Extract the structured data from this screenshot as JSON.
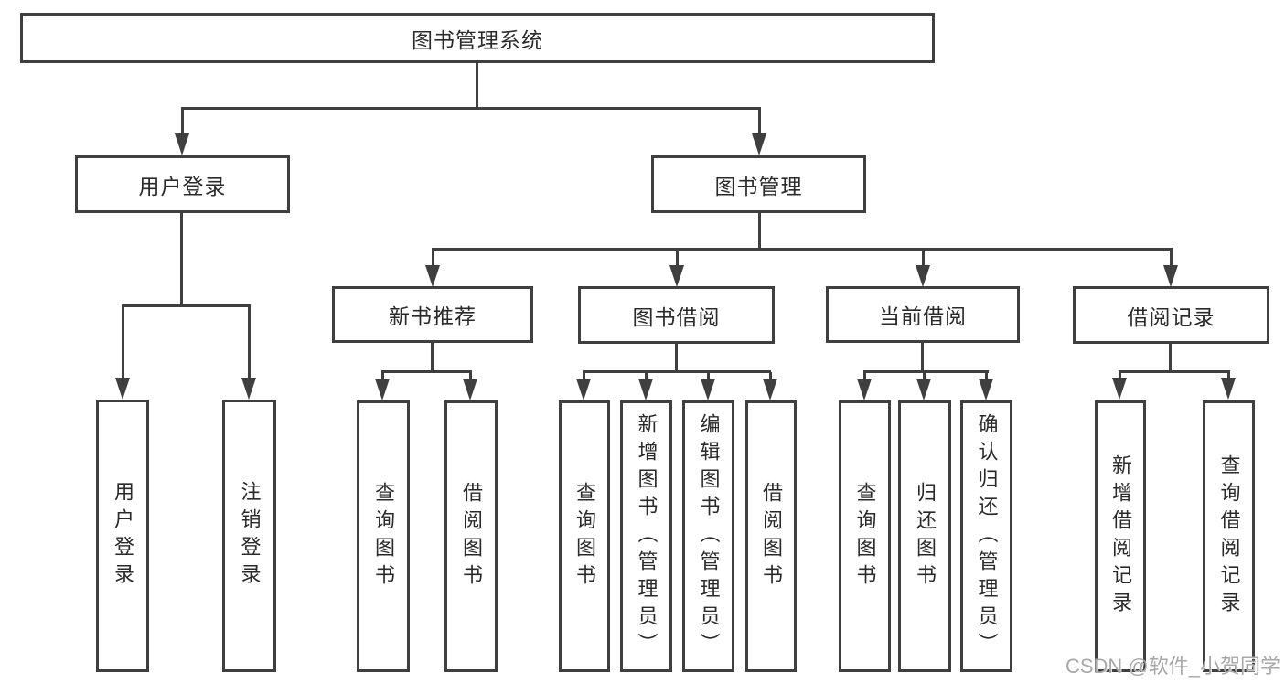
{
  "nodes": {
    "root": "图书管理系统",
    "user_login": "用户登录",
    "book_mgmt": "图书管理",
    "new_book_rec": "新书推荐",
    "book_borrow": "图书借阅",
    "current_borrow": "当前借阅",
    "borrow_records": "借阅记录",
    "leaves": {
      "user_login": [
        "用户登录",
        "注销登录"
      ],
      "new_book_rec": [
        "查询图书",
        "借阅图书"
      ],
      "book_borrow": [
        "查询图书",
        "新增图书（管理员）",
        "编辑图书（管理员）",
        "借阅图书"
      ],
      "current_borrow": [
        "查询图书",
        "归还图书",
        "确认归还（管理员）"
      ],
      "borrow_records": [
        "新增借阅记录",
        "查询借阅记录"
      ]
    }
  },
  "watermark": "CSDN @软件_小贺同学",
  "colors": {
    "line": "#3f3f3f",
    "text": "#2a2a2a",
    "watermark": "#a8a8a8",
    "background": "#ffffff"
  }
}
